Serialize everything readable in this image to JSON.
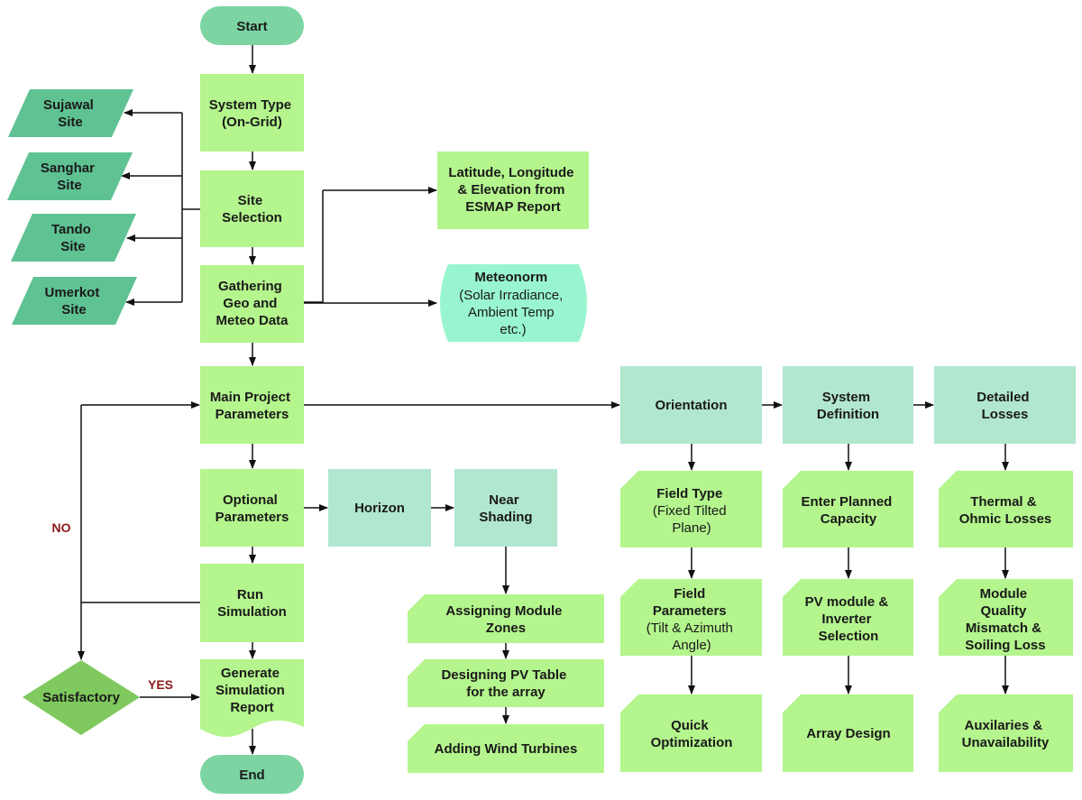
{
  "colors": {
    "terminal": "#7dd4a3",
    "process": "#b4f58d",
    "process_border": "#b4f58d",
    "stage": "#b1e6cf",
    "data_io": "#5fc293",
    "storage": "#99f5cf",
    "decision": "#7fc95e",
    "label": "#8b1a1a",
    "line": "#111111"
  },
  "nodes": {
    "start": "Start",
    "end": "End",
    "system_type": [
      "System Type",
      "(On-Grid)"
    ],
    "site_selection": [
      "Site",
      "Selection"
    ],
    "gathering": [
      "Gathering",
      "Geo and",
      "Meteo Data"
    ],
    "main_params": [
      "Main Project",
      "Parameters"
    ],
    "optional_params": [
      "Optional",
      "Parameters"
    ],
    "run_sim": [
      "Run",
      "Simulation"
    ],
    "report": [
      "Generate",
      "Simulation",
      "Report"
    ],
    "satisfactory": "Satisfactory",
    "latlong": [
      "Latitude, Longitude",
      "& Elevation from",
      "ESMAP Report"
    ],
    "meteonorm": [
      "Meteonorm",
      "(Solar Irradiance,",
      "Ambient Temp",
      "etc.)"
    ],
    "sites": [
      [
        "Sujawal",
        "Site"
      ],
      [
        "Sanghar",
        "Site"
      ],
      [
        "Tando",
        "Site"
      ],
      [
        "Umerkot",
        "Site"
      ]
    ],
    "horizon": "Horizon",
    "near_shading": [
      "Near",
      "Shading"
    ],
    "assign_zones": [
      "Assigning Module",
      "Zones"
    ],
    "design_table": [
      "Designing PV Table",
      "for the array"
    ],
    "wind": "Adding Wind Turbines",
    "orientation": "Orientation",
    "field_type": [
      "Field Type",
      "(Fixed Tilted",
      "Plane)"
    ],
    "field_params": [
      "Field",
      "Parameters",
      "(Tilt & Azimuth",
      "Angle)"
    ],
    "quick_opt": [
      "Quick",
      "Optimization"
    ],
    "system_def": [
      "System",
      "Definition"
    ],
    "planned_cap": [
      "Enter Planned",
      "Capacity"
    ],
    "pv_inverter": [
      "PV module &",
      "Inverter",
      "Selection"
    ],
    "array_design": "Array Design",
    "detailed_losses": [
      "Detailed",
      "Losses"
    ],
    "thermal": [
      "Thermal &",
      "Ohmic Losses"
    ],
    "module_quality": [
      "Module",
      "Quality",
      "Mismatch &",
      "Soiling Loss"
    ],
    "auxiliaries": [
      "Auxilaries &",
      "Unavailability"
    ]
  },
  "edge_labels": {
    "no": "NO",
    "yes": "YES"
  }
}
